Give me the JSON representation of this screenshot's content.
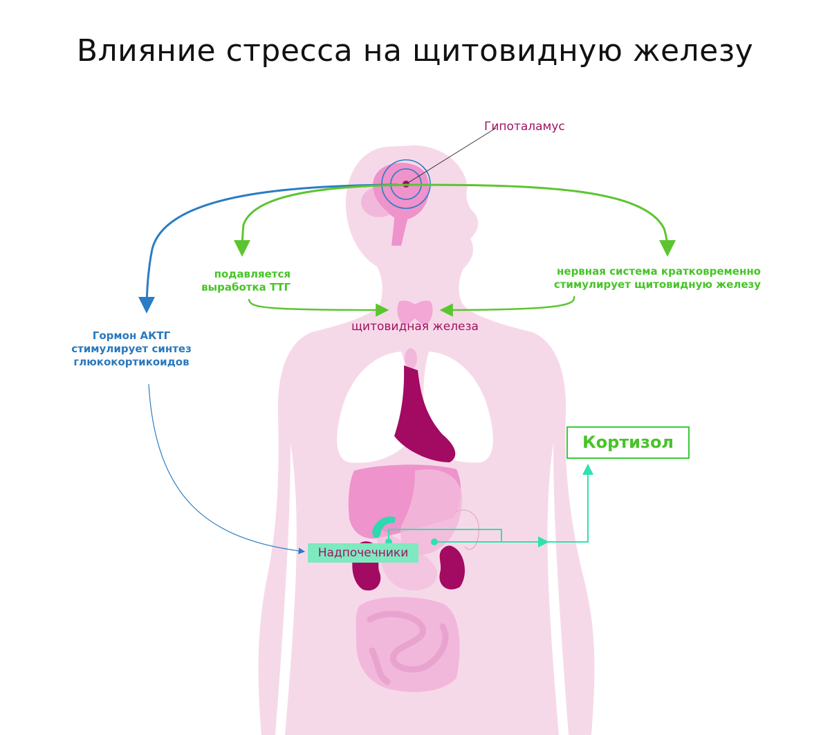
{
  "title": "Влияние стресса на щитовидную железу",
  "labels": {
    "hypothalamus": "Гипоталамус",
    "tsh_suppressed": "подавляется выработка ТТГ",
    "nervous_system": "нервная система кратковременно стимулирует щитовидную железу",
    "thyroid": "щитовидная железа",
    "acth": "Гормон АКТГ стимулирует синтез глюкокортикоидов",
    "cortisol": "Кортизол",
    "adrenals": "Надпочечники"
  },
  "colors": {
    "body": "#f6d9e9",
    "organ_pink": "#ee93cb",
    "organ_light": "#f2b8db",
    "organ_dark": "#a30a62",
    "blue": "#2a7cc4",
    "green": "#5bc52f",
    "teal": "#2fe2b0",
    "adrenal_bg": "#7fe9c0",
    "magenta_text": "#a0125f",
    "blue_text": "#2a78bd",
    "green_text": "#46c427"
  },
  "icons": {
    "hypothalamus_marker": "concentric-circles-icon"
  }
}
